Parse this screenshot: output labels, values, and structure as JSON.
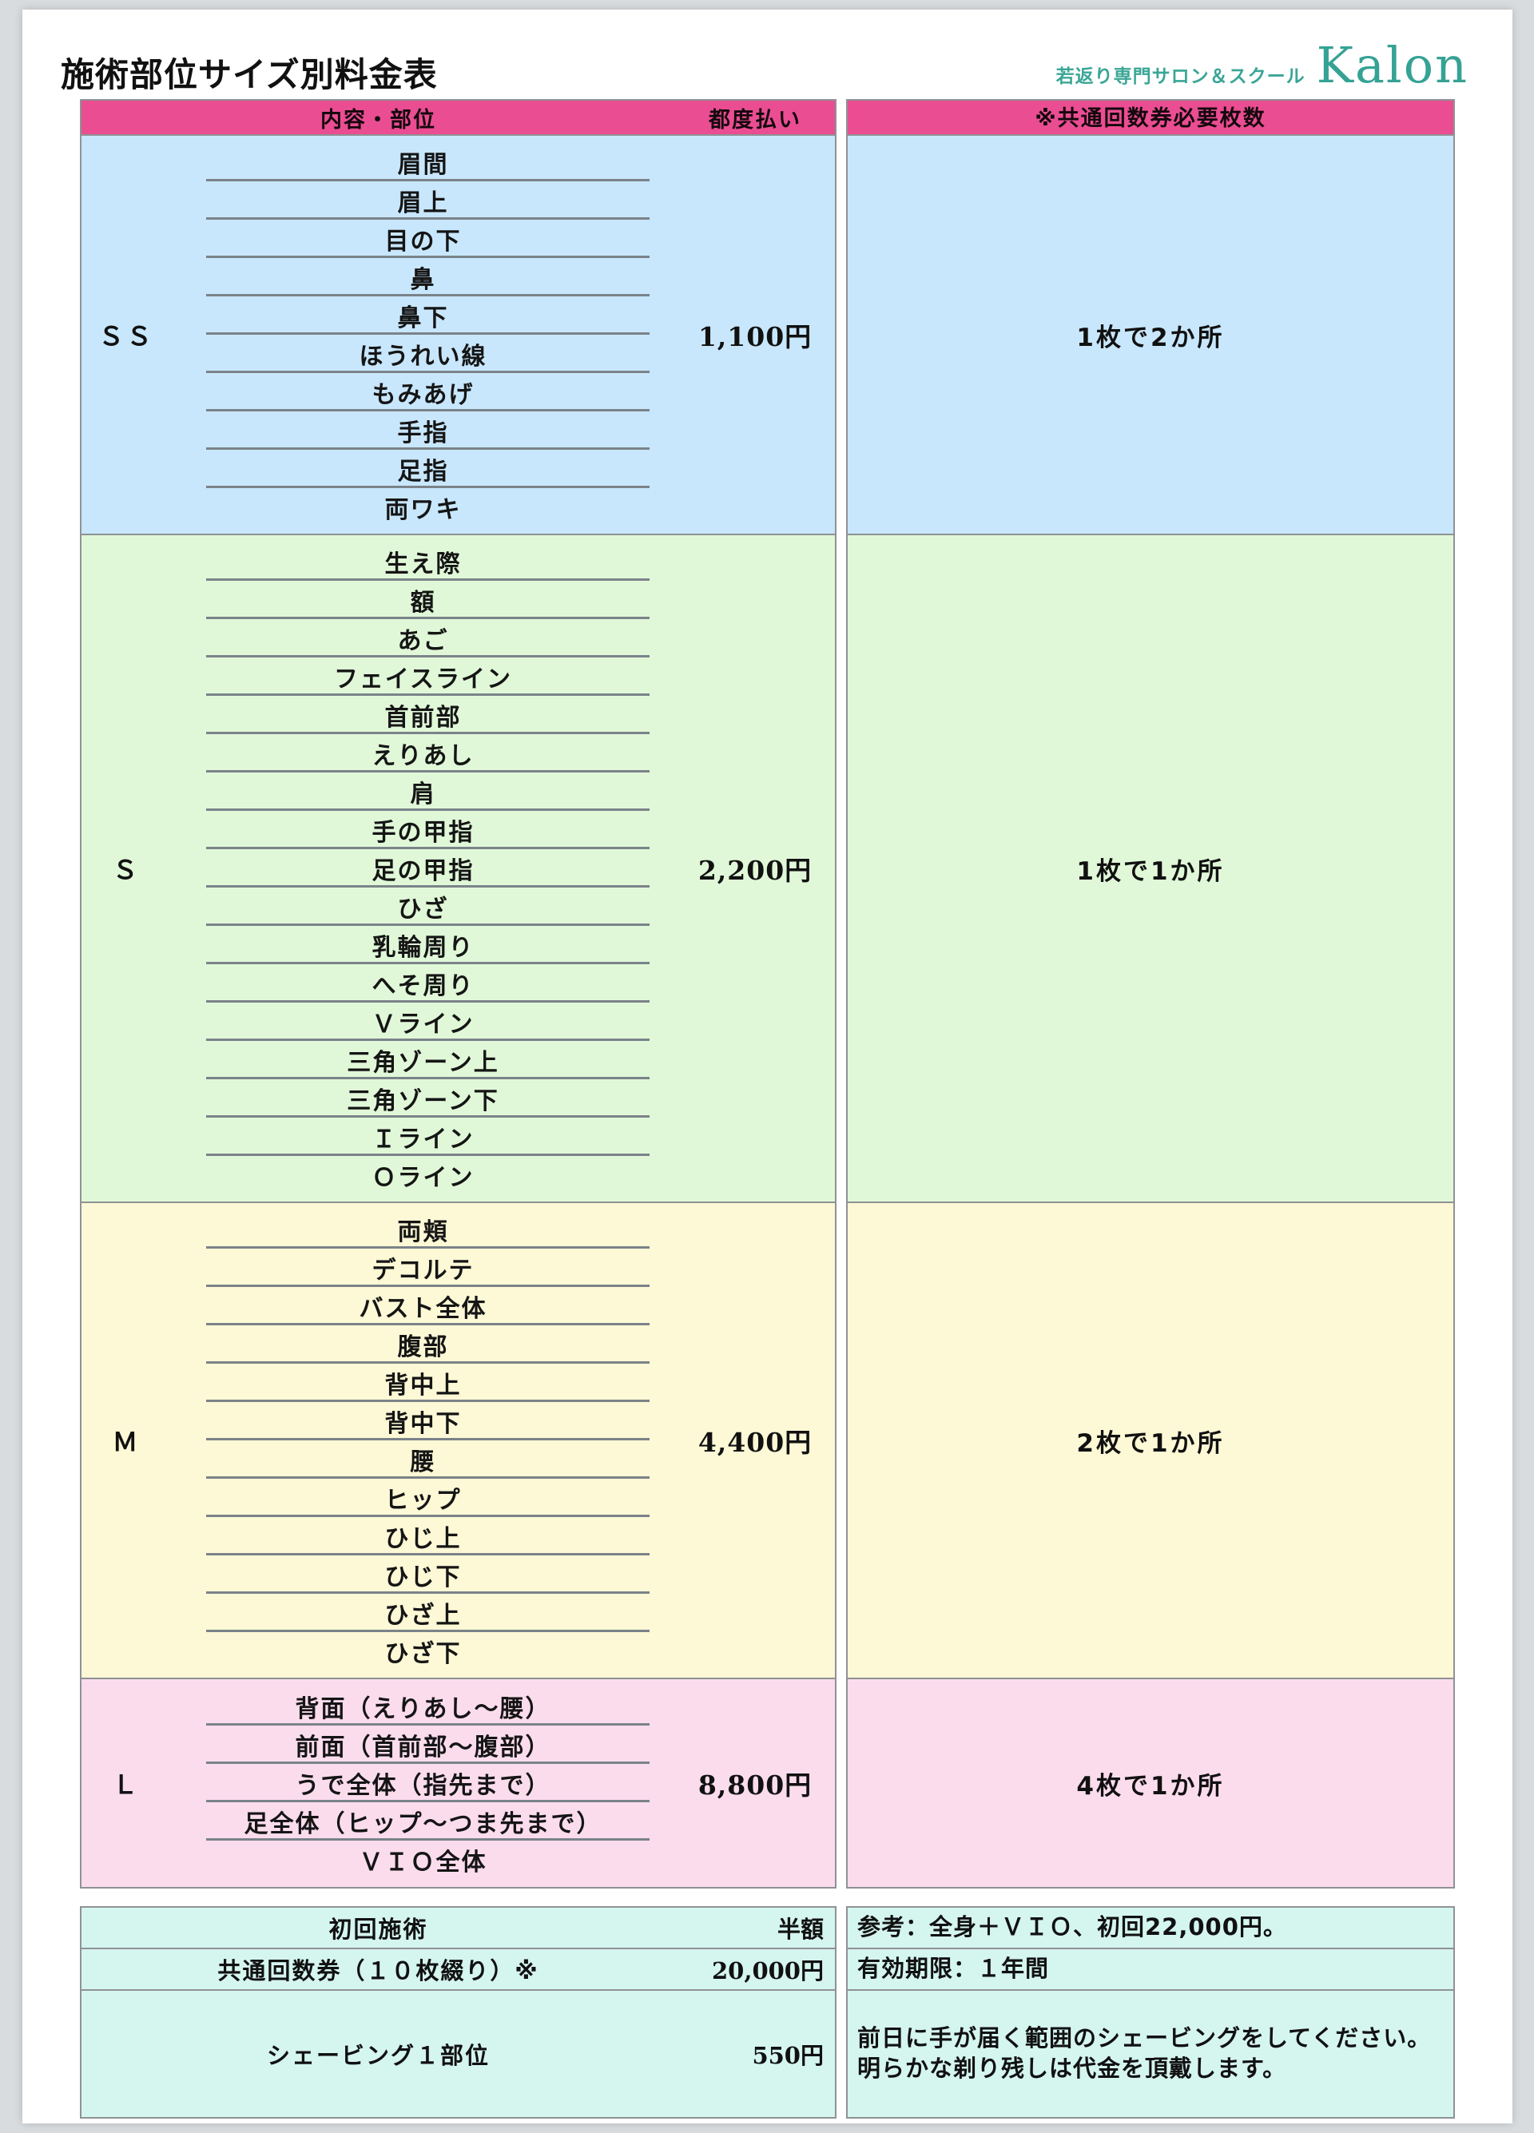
{
  "document": {
    "title": "施術部位サイズ別料金表",
    "brand_tagline": "若返り専門サロン＆スクール",
    "brand_name": "Kalon",
    "brand_color": "#35a294"
  },
  "table": {
    "headers": {
      "items": "内容・部位",
      "price": "都度払い",
      "tickets": "※共通回数券必要枚数"
    },
    "sections": [
      {
        "size": "ＳＳ",
        "price": "1,100円",
        "tickets": "1枚で2か所",
        "color": "#c8e7fd",
        "items": [
          "眉間",
          "眉上",
          "目の下",
          "鼻",
          "鼻下",
          "ほうれい線",
          "もみあげ",
          "手指",
          "足指",
          "両ワキ"
        ]
      },
      {
        "size": "Ｓ",
        "price": "2,200円",
        "tickets": "1枚で1か所",
        "color": "#e0f8d8",
        "items": [
          "生え際",
          "額",
          "あご",
          "フェイスライン",
          "首前部",
          "えりあし",
          "肩",
          "手の甲指",
          "足の甲指",
          "ひざ",
          "乳輪周り",
          "へそ周り",
          "Ｖライン",
          "三角ゾーン上",
          "三角ゾーン下",
          "Ｉライン",
          "Ｏライン"
        ]
      },
      {
        "size": "Ｍ",
        "price": "4,400円",
        "tickets": "2枚で1か所",
        "color": "#fdf8d5",
        "items": [
          "両頬",
          "デコルテ",
          "バスト全体",
          "腹部",
          "背中上",
          "背中下",
          "腰",
          "ヒップ",
          "ひじ上",
          "ひじ下",
          "ひざ上",
          "ひざ下"
        ]
      },
      {
        "size": "Ｌ",
        "price": "8,800円",
        "tickets": "4枚で1か所",
        "color": "#fbdced",
        "items": [
          "背面（えりあし〜腰）",
          "前面（首前部〜腹部）",
          "うで全体（指先まで）",
          "足全体（ヒップ〜つま先まで）",
          "ＶＩＯ全体"
        ]
      }
    ]
  },
  "footer": {
    "rows": [
      {
        "name": "初回施術",
        "value": "半額",
        "note": "参考：全身＋ＶＩＯ、初回22,000円。"
      },
      {
        "name": "共通回数券（１０枚綴り）※",
        "value": "20,000円",
        "note": "有効期限：１年間"
      },
      {
        "name": "シェービング１部位",
        "value": "550円",
        "note": "前日に手が届く範囲のシェービングをしてください。明らかな剃り残しは代金を頂戴します。"
      }
    ]
  }
}
